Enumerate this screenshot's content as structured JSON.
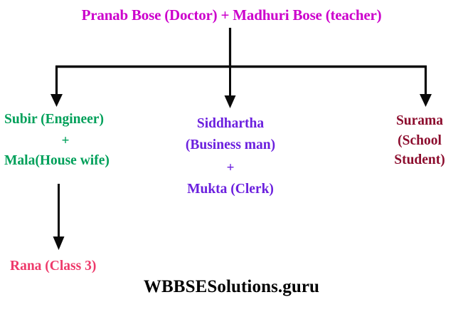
{
  "diagram": {
    "title_text": "Pranab Bose (Doctor) + Madhuri Bose (teacher)",
    "watermark": "WBBSESolutions.guru",
    "colors": {
      "root": "#CC00CC",
      "left_branch": "#00A05A",
      "middle_branch": "#6B20DE",
      "right_branch": "#8C0D2E",
      "grandchild": "#EE3A6B",
      "watermark": "#000000",
      "connector": "#0A0A0A",
      "background": "#FFFFFF"
    },
    "root": {
      "label": "Pranab Bose (Doctor) + Madhuri Bose (teacher)",
      "person_1": "Pranab Bose",
      "person_1_occupation": "Doctor",
      "person_2": "Madhuri Bose",
      "person_2_occupation": "teacher"
    },
    "children": [
      {
        "id": "subir",
        "position": "left",
        "lines": [
          "Subir (Engineer)",
          "+",
          "Mala(House wife)"
        ],
        "line_1": "Subir (Engineer)",
        "plus": "+",
        "line_2": "Mala(House wife)",
        "spouse_name": "Mala",
        "spouse_occupation": "House wife",
        "name": "Subir",
        "occupation": "Engineer"
      },
      {
        "id": "siddhartha",
        "position": "middle",
        "lines": [
          "Siddhartha",
          "(Business man)",
          "+",
          "Mukta (Clerk)"
        ],
        "line_1": "Siddhartha",
        "line_2": "(Business man)",
        "plus": "+",
        "line_3": "Mukta (Clerk)",
        "name": "Siddhartha",
        "occupation": "Business man",
        "spouse_name": "Mukta",
        "spouse_occupation": "Clerk"
      },
      {
        "id": "surama",
        "position": "right",
        "lines": [
          "Surama",
          "(School",
          "Student)"
        ],
        "line_1": "Surama",
        "line_2": "(School",
        "line_3": "Student)",
        "name": "Surama",
        "occupation": "School Student"
      }
    ],
    "grandchildren": [
      {
        "id": "rana",
        "parent": "subir",
        "label": "Rana (Class 3)",
        "name": "Rana",
        "class": "Class 3"
      }
    ]
  }
}
